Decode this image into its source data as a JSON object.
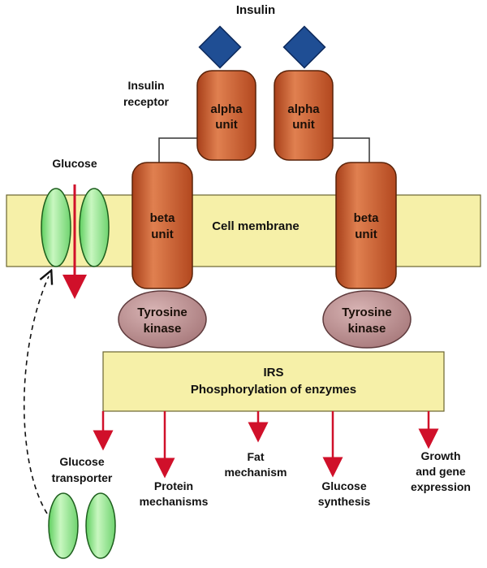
{
  "title": "Insulin",
  "labels": {
    "insulin_receptor_1": "Insulin",
    "insulin_receptor_2": "receptor",
    "glucose": "Glucose",
    "cell_membrane": "Cell membrane",
    "alpha_unit_1": "alpha",
    "alpha_unit_2": "unit",
    "beta_unit_1": "beta",
    "beta_unit_2": "unit",
    "tyrosine_1": "Tyrosine",
    "tyrosine_2": "kinase",
    "irs_1": "IRS",
    "irs_2": "Phosphorylation of enzymes"
  },
  "outcomes": {
    "glucose_transporter": [
      "Glucose",
      "transporter"
    ],
    "protein": [
      "Protein",
      "mechanisms"
    ],
    "fat": [
      "Fat",
      "mechanism"
    ],
    "glucose_synthesis": [
      "Glucose",
      "synthesis"
    ],
    "growth": [
      "Growth",
      "and gene",
      "expression"
    ]
  },
  "colors": {
    "membrane": "#f6f0a8",
    "receptor": "#c8582a",
    "insulin": "#1f4e94",
    "kinase": "#b88a8c",
    "transporter": "#8de08d",
    "arrow": "#d0102a"
  }
}
